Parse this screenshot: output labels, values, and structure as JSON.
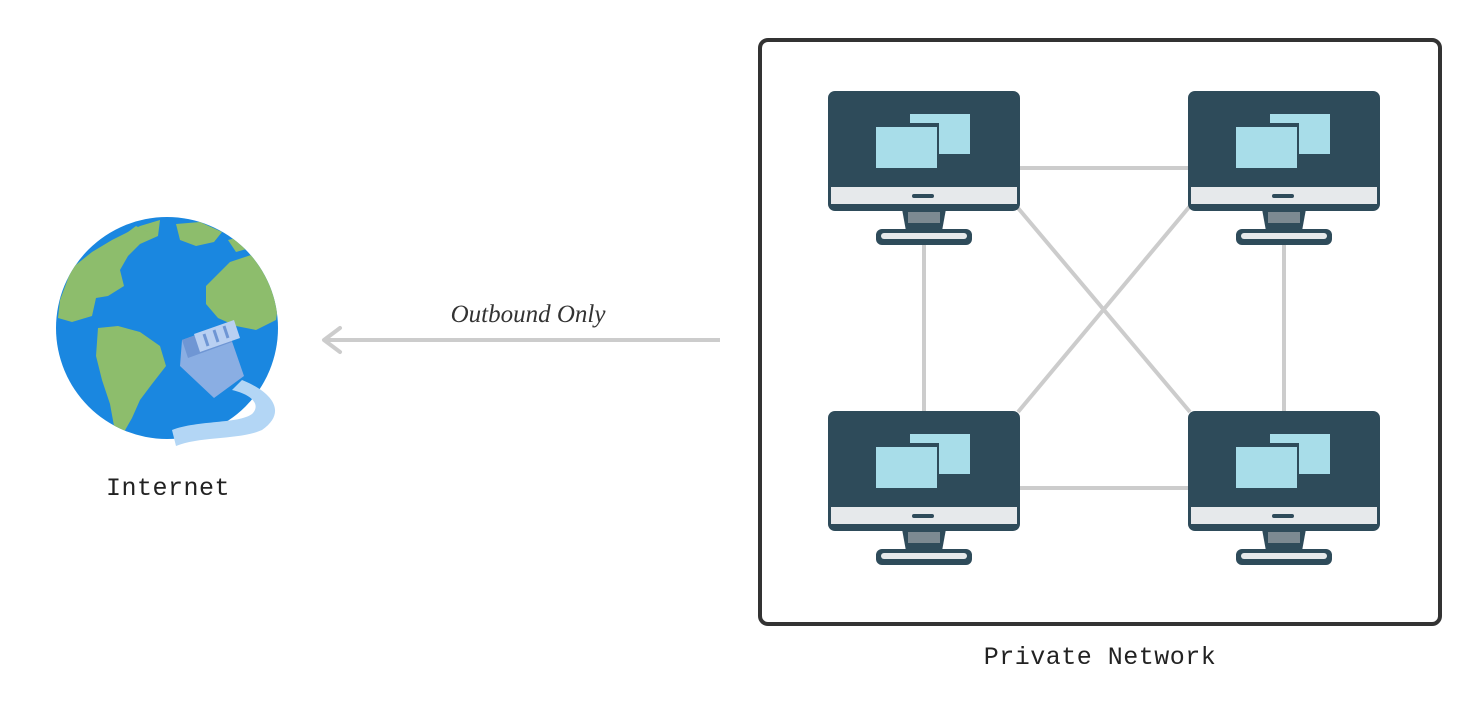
{
  "internet": {
    "label": "Internet",
    "icon": "globe-ethernet-icon"
  },
  "arrow": {
    "label": "Outbound Only",
    "direction": "private-network-to-internet"
  },
  "private_network": {
    "label": "Private Network",
    "computers": [
      {
        "icon": "desktop-computer-icon"
      },
      {
        "icon": "desktop-computer-icon"
      },
      {
        "icon": "desktop-computer-icon"
      },
      {
        "icon": "desktop-computer-icon"
      }
    ]
  },
  "colors": {
    "monitor_frame": "#2e4b5a",
    "monitor_screen_windows": "#a8dde9",
    "monitor_chin": "#e6e9eb",
    "monitor_stand": "#7c8a92",
    "link_lines": "#cccccc",
    "network_border": "#333333",
    "ocean": "#1a87e0",
    "land": "#8dbd6c",
    "plug": "#8aaee3",
    "cable": "#b3d6f5"
  }
}
